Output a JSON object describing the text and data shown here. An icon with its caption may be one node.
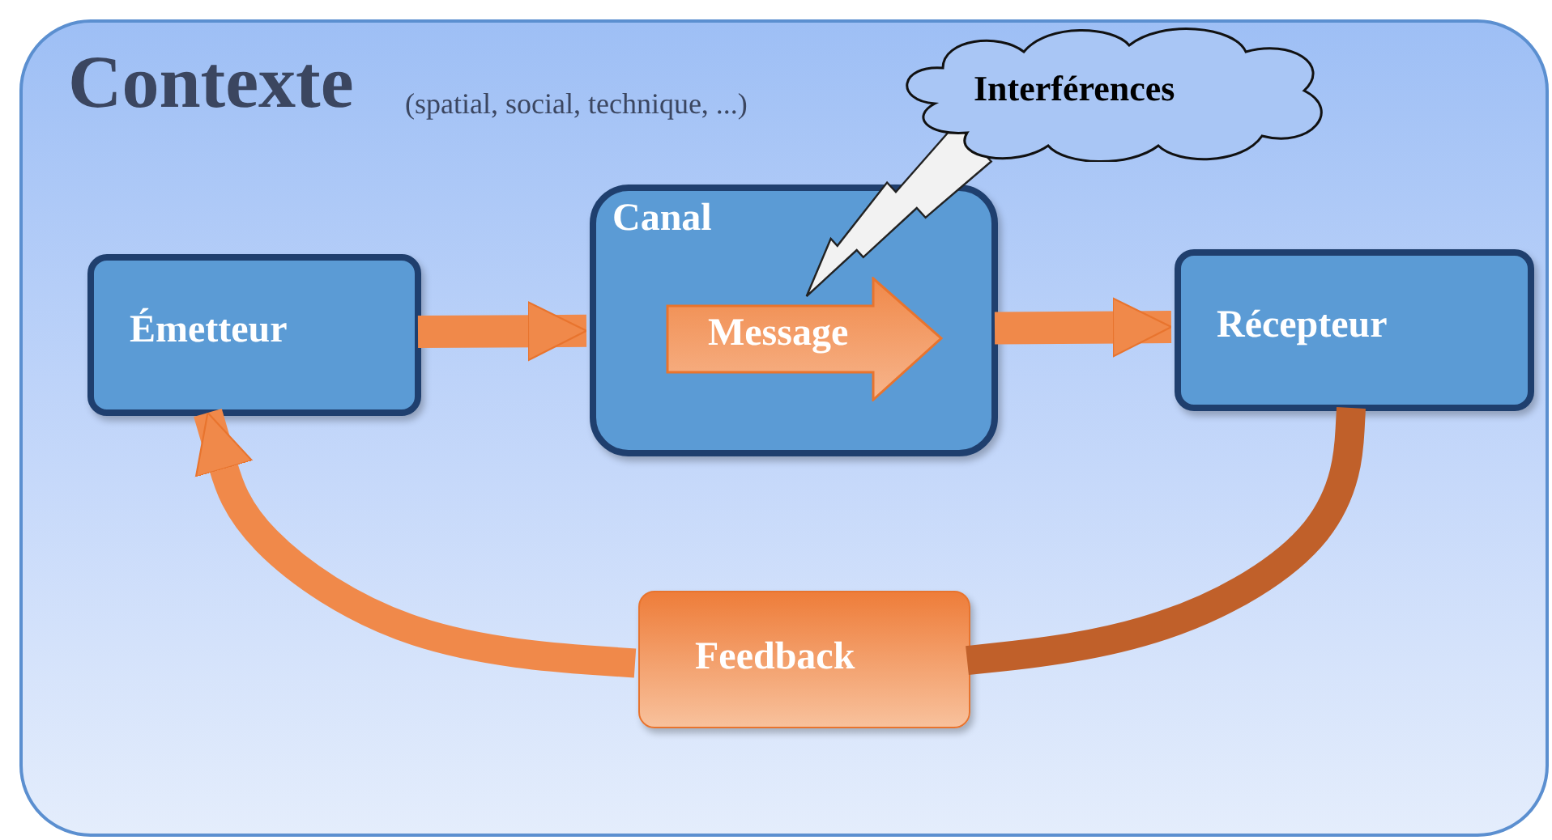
{
  "diagram": {
    "nodes": [
      {
        "text": [
          "Contexte",
          "(spatial, social, technique, ...)"
        ]
      },
      {
        "text": [
          "Interférences"
        ],
        "in": 0
      },
      {
        "text": [
          "Émetteur"
        ],
        "in": 0
      },
      {
        "text": [
          "Canal"
        ],
        "in": 0
      },
      {
        "text": [
          "Message"
        ],
        "in": 3
      },
      {
        "text": [
          "Récepteur"
        ],
        "in": 0
      },
      {
        "text": [
          "Feedback"
        ],
        "in": 0
      }
    ],
    "edges": [
      {
        "from": 2,
        "to": 3,
        "arrow": "to"
      },
      {
        "from": 3,
        "to": 5,
        "arrow": "to"
      },
      {
        "from": 1,
        "to": 4,
        "arrow": "none"
      },
      {
        "from": 5,
        "to": 6,
        "arrow": "none"
      },
      {
        "from": 6,
        "to": 2,
        "arrow": "to"
      }
    ]
  }
}
